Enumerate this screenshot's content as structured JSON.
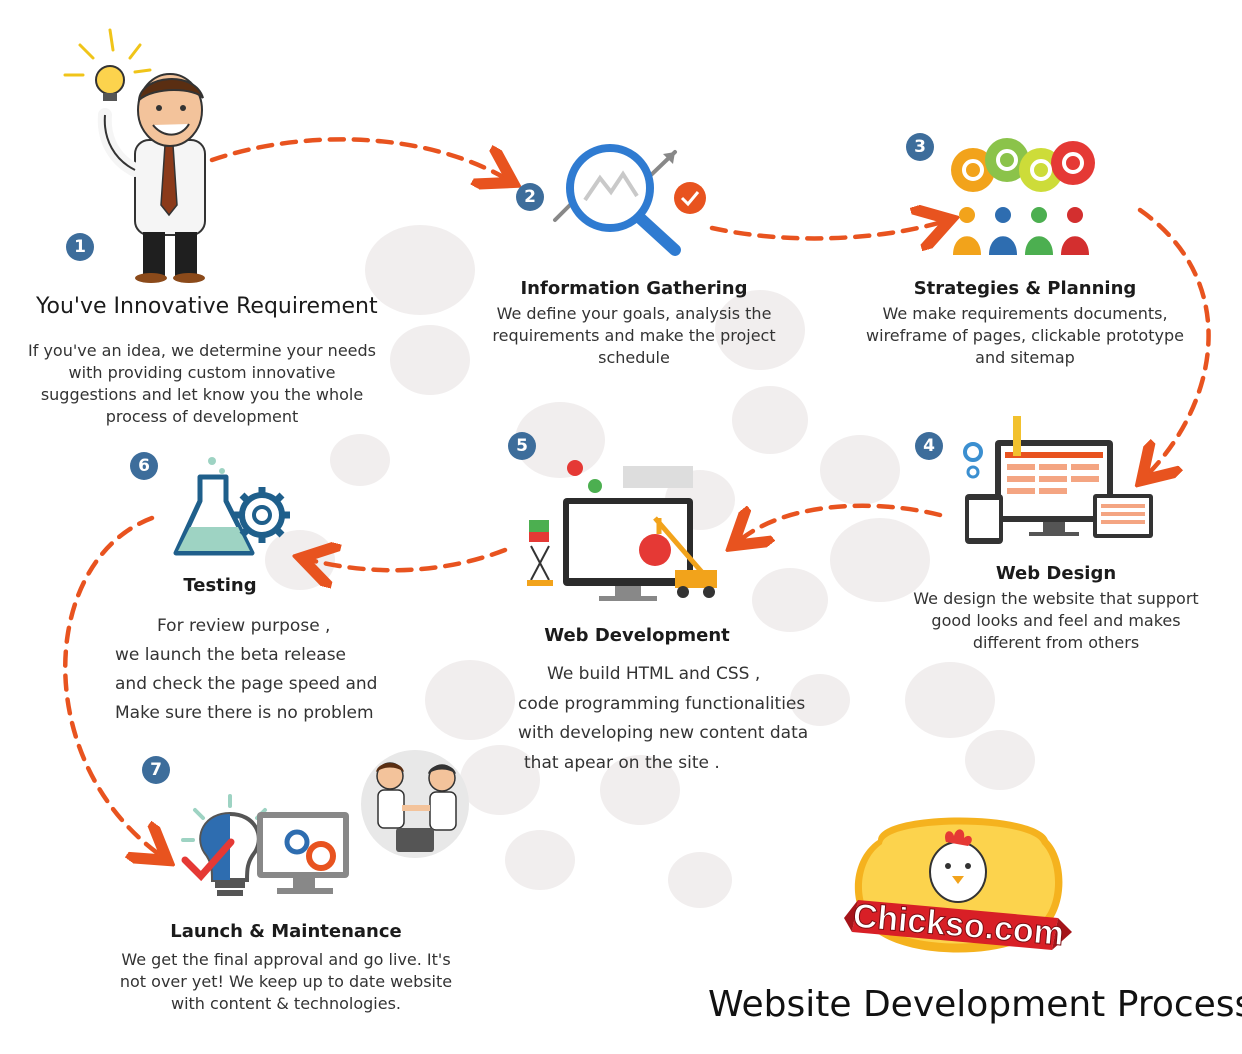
{
  "page_title": "Website Development Process",
  "logo": {
    "text": "Chickso.com",
    "colors": {
      "ribbon": "#d81f26",
      "badge": "#f5b21e"
    }
  },
  "colors": {
    "arrow": "#e8531f",
    "badge": "#3d6d9b"
  },
  "steps": [
    {
      "number": "1",
      "title": "You've Innovative Requirement",
      "desc": [
        "If you've an idea, we determine your needs",
        "with providing custom innovative",
        "suggestions and let know you the whole",
        "process of development"
      ],
      "icon": "idea-businessman-icon"
    },
    {
      "number": "2",
      "title": "Information Gathering",
      "desc": [
        "We define your goals, analysis the",
        "requirements and make the project",
        "schedule"
      ],
      "icon": "magnifier-analysis-icon"
    },
    {
      "number": "3",
      "title": "Strategies & Planning",
      "desc": [
        "We make requirements documents,",
        "wireframe of pages, clickable prototype",
        "and sitemap"
      ],
      "icon": "team-gears-icon"
    },
    {
      "number": "4",
      "title": "Web Design",
      "desc": [
        "We design the website that support",
        "good looks and feel and makes",
        "different from others"
      ],
      "icon": "responsive-devices-icon"
    },
    {
      "number": "5",
      "title": "Web Development",
      "desc": [
        "We build HTML and CSS ,",
        "code programming functionalities",
        "with developing new content data",
        "that apear on the site ."
      ],
      "icon": "monitor-crane-icon"
    },
    {
      "number": "6",
      "title": "Testing",
      "desc": [
        "For review purpose ,",
        "we launch the beta release",
        "and check the page speed and",
        "Make sure there is no problem"
      ],
      "icon": "flask-gear-icon"
    },
    {
      "number": "7",
      "title": "Launch & Maintenance",
      "desc": [
        "We get the final approval and go live.  It's",
        "not over yet! We keep up to date website",
        "with content & technologies."
      ],
      "icon": "bulb-monitor-icon"
    }
  ]
}
